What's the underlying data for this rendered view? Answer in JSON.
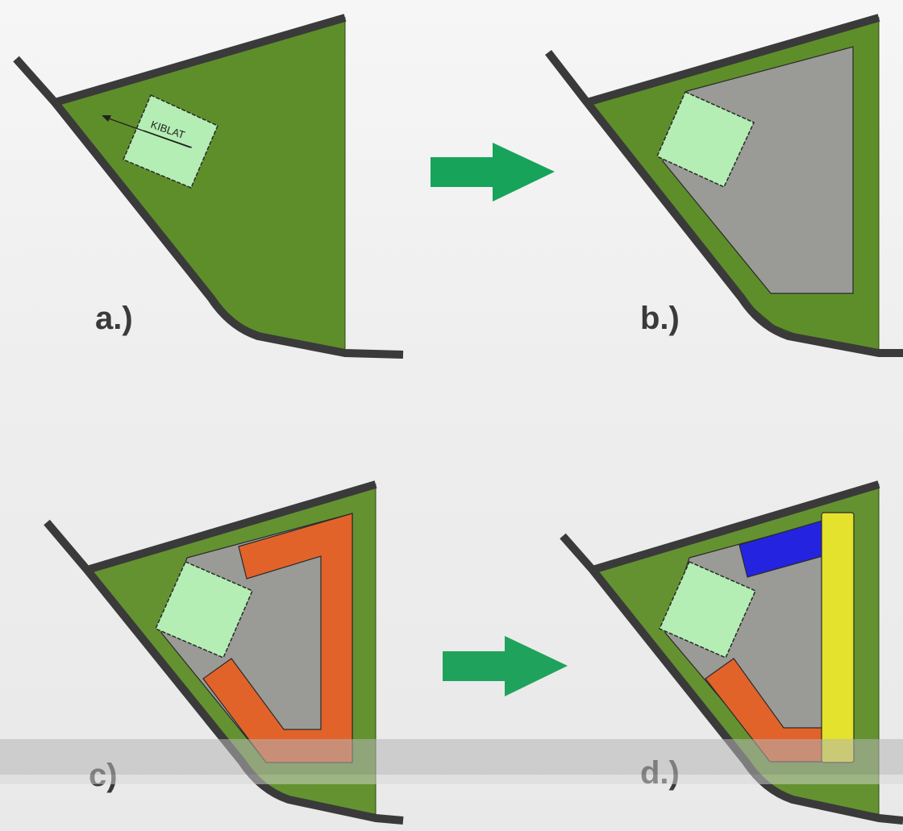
{
  "colors": {
    "road": "#3a3a3a",
    "site_green": "#5e8e2a",
    "site_green_lower": "#649231",
    "building": "#b4eeb4",
    "courtyard": "#9a9a96",
    "orange": "#e2632a",
    "blue": "#2424e0",
    "yellow": "#e4e22c",
    "arrow": "#17a35a",
    "label": "#3a3a3a",
    "watermark_band": "#b4b4b4"
  },
  "panels": [
    {
      "id": "a",
      "label": "a.)",
      "annotation": "KIBLAT",
      "stages": [
        "site",
        "building",
        "qibla-arrow"
      ]
    },
    {
      "id": "b",
      "label": "b.)",
      "stages": [
        "site",
        "building",
        "courtyard"
      ]
    },
    {
      "id": "c",
      "label": "c)",
      "stages": [
        "site",
        "building",
        "courtyard",
        "orange-wing"
      ]
    },
    {
      "id": "d",
      "label": "d.)",
      "stages": [
        "site",
        "building",
        "courtyard",
        "orange-wing",
        "blue-wing",
        "yellow-wing"
      ]
    }
  ],
  "arrows": [
    {
      "name": "arrow-a-to-b",
      "icon": "right-arrow-icon"
    },
    {
      "name": "arrow-c-to-d",
      "icon": "right-arrow-icon"
    }
  ]
}
